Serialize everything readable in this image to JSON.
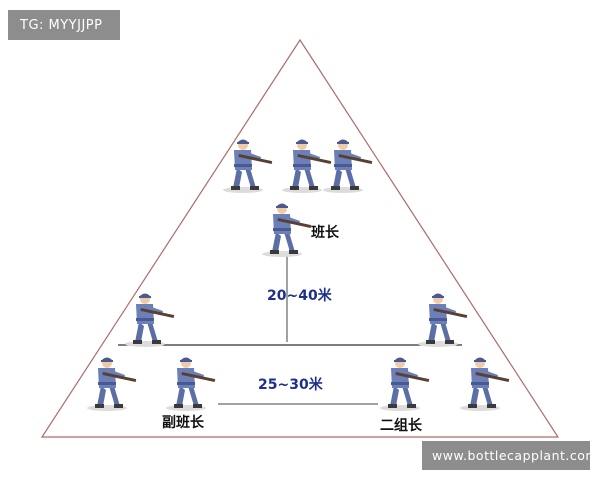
{
  "watermark_top": "TG: MYYJJPP",
  "watermark_bottom": "www.bottlecapplant.com",
  "labels": {
    "squad_leader": "班长",
    "deputy_leader": "副班长",
    "group2_leader": "二组长",
    "distance_vertical": "20~40米",
    "distance_horizontal": "25~30米"
  },
  "colors": {
    "triangle_stroke": "#b06a6a",
    "distance_text": "#1e2f8c",
    "label_text": "#111111",
    "soldier_uniform": "#6b7fb8",
    "soldier_uniform_dark": "#4a5a90",
    "skin": "#f0c9a8",
    "rifle": "#5a4030",
    "boots": "#3a3a3a"
  }
}
